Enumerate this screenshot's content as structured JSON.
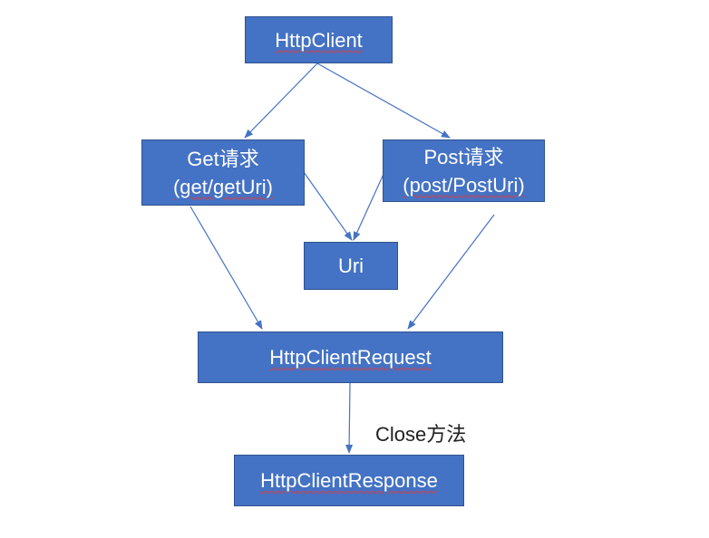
{
  "colors": {
    "node_fill": "#4472c4",
    "node_border": "#2f528f",
    "node_text": "#ffffff",
    "arrow": "#4472c4",
    "spellcheck_underline": "#e03c3c"
  },
  "nodes": {
    "httpclient": {
      "label": "HttpClient"
    },
    "get": {
      "line1": "Get请求",
      "line2": "(get/getUri)"
    },
    "post": {
      "line1": "Post请求",
      "line2": "(post/PostUri)"
    },
    "uri": {
      "label": "Uri"
    },
    "request": {
      "label": "HttpClientRequest"
    },
    "response": {
      "label": "HttpClientResponse"
    }
  },
  "edges": [
    {
      "from": "HttpClient",
      "to": "Get请求"
    },
    {
      "from": "HttpClient",
      "to": "Post请求"
    },
    {
      "from": "Get请求",
      "to": "Uri"
    },
    {
      "from": "Post请求",
      "to": "Uri"
    },
    {
      "from": "Get请求",
      "to": "HttpClientRequest"
    },
    {
      "from": "Post请求",
      "to": "HttpClientRequest"
    },
    {
      "from": "HttpClientRequest",
      "to": "HttpClientResponse",
      "label": "Close方法"
    }
  ],
  "edge_labels": {
    "close": "Close方法"
  }
}
